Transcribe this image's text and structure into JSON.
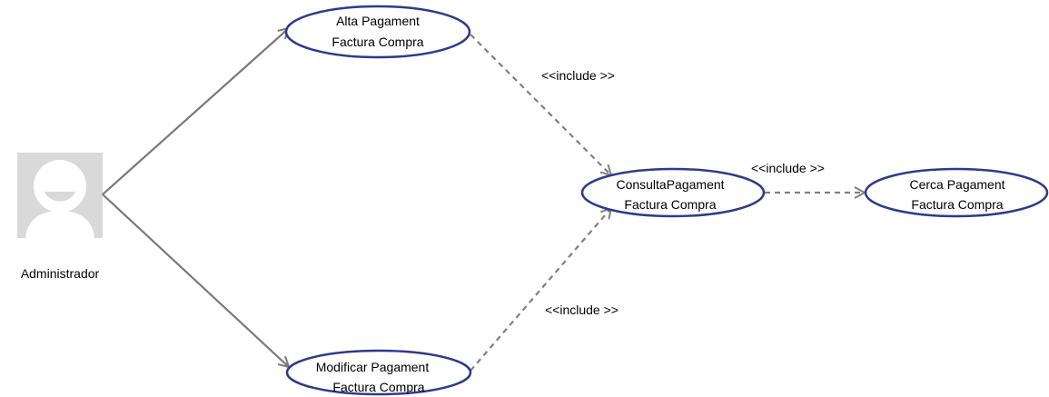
{
  "diagram": {
    "actor": {
      "name": "Administrador",
      "icon": "user-avatar-icon"
    },
    "use_cases": {
      "alta": {
        "line1": "Alta Pagament",
        "line2": "Factura Compra"
      },
      "modificar": {
        "line1": "Modificar  Pagament",
        "line2": "Factura Compra"
      },
      "consulta": {
        "line1": "ConsultaPagament",
        "line2": "Factura Compra"
      },
      "cerca": {
        "line1": "Cerca Pagament",
        "line2": "Factura Compra"
      }
    },
    "relations": {
      "include_alta_consulta": "<<include >>",
      "include_modificar_consulta": "<<include >>",
      "include_consulta_cerca": "<<include >>"
    },
    "colors": {
      "usecase_border": "#2e3a8c",
      "association_line": "#7a7a7a",
      "dependency_line": "#808080",
      "actor_background": "#d9d9d9",
      "actor_figure": "#ffffff"
    }
  }
}
